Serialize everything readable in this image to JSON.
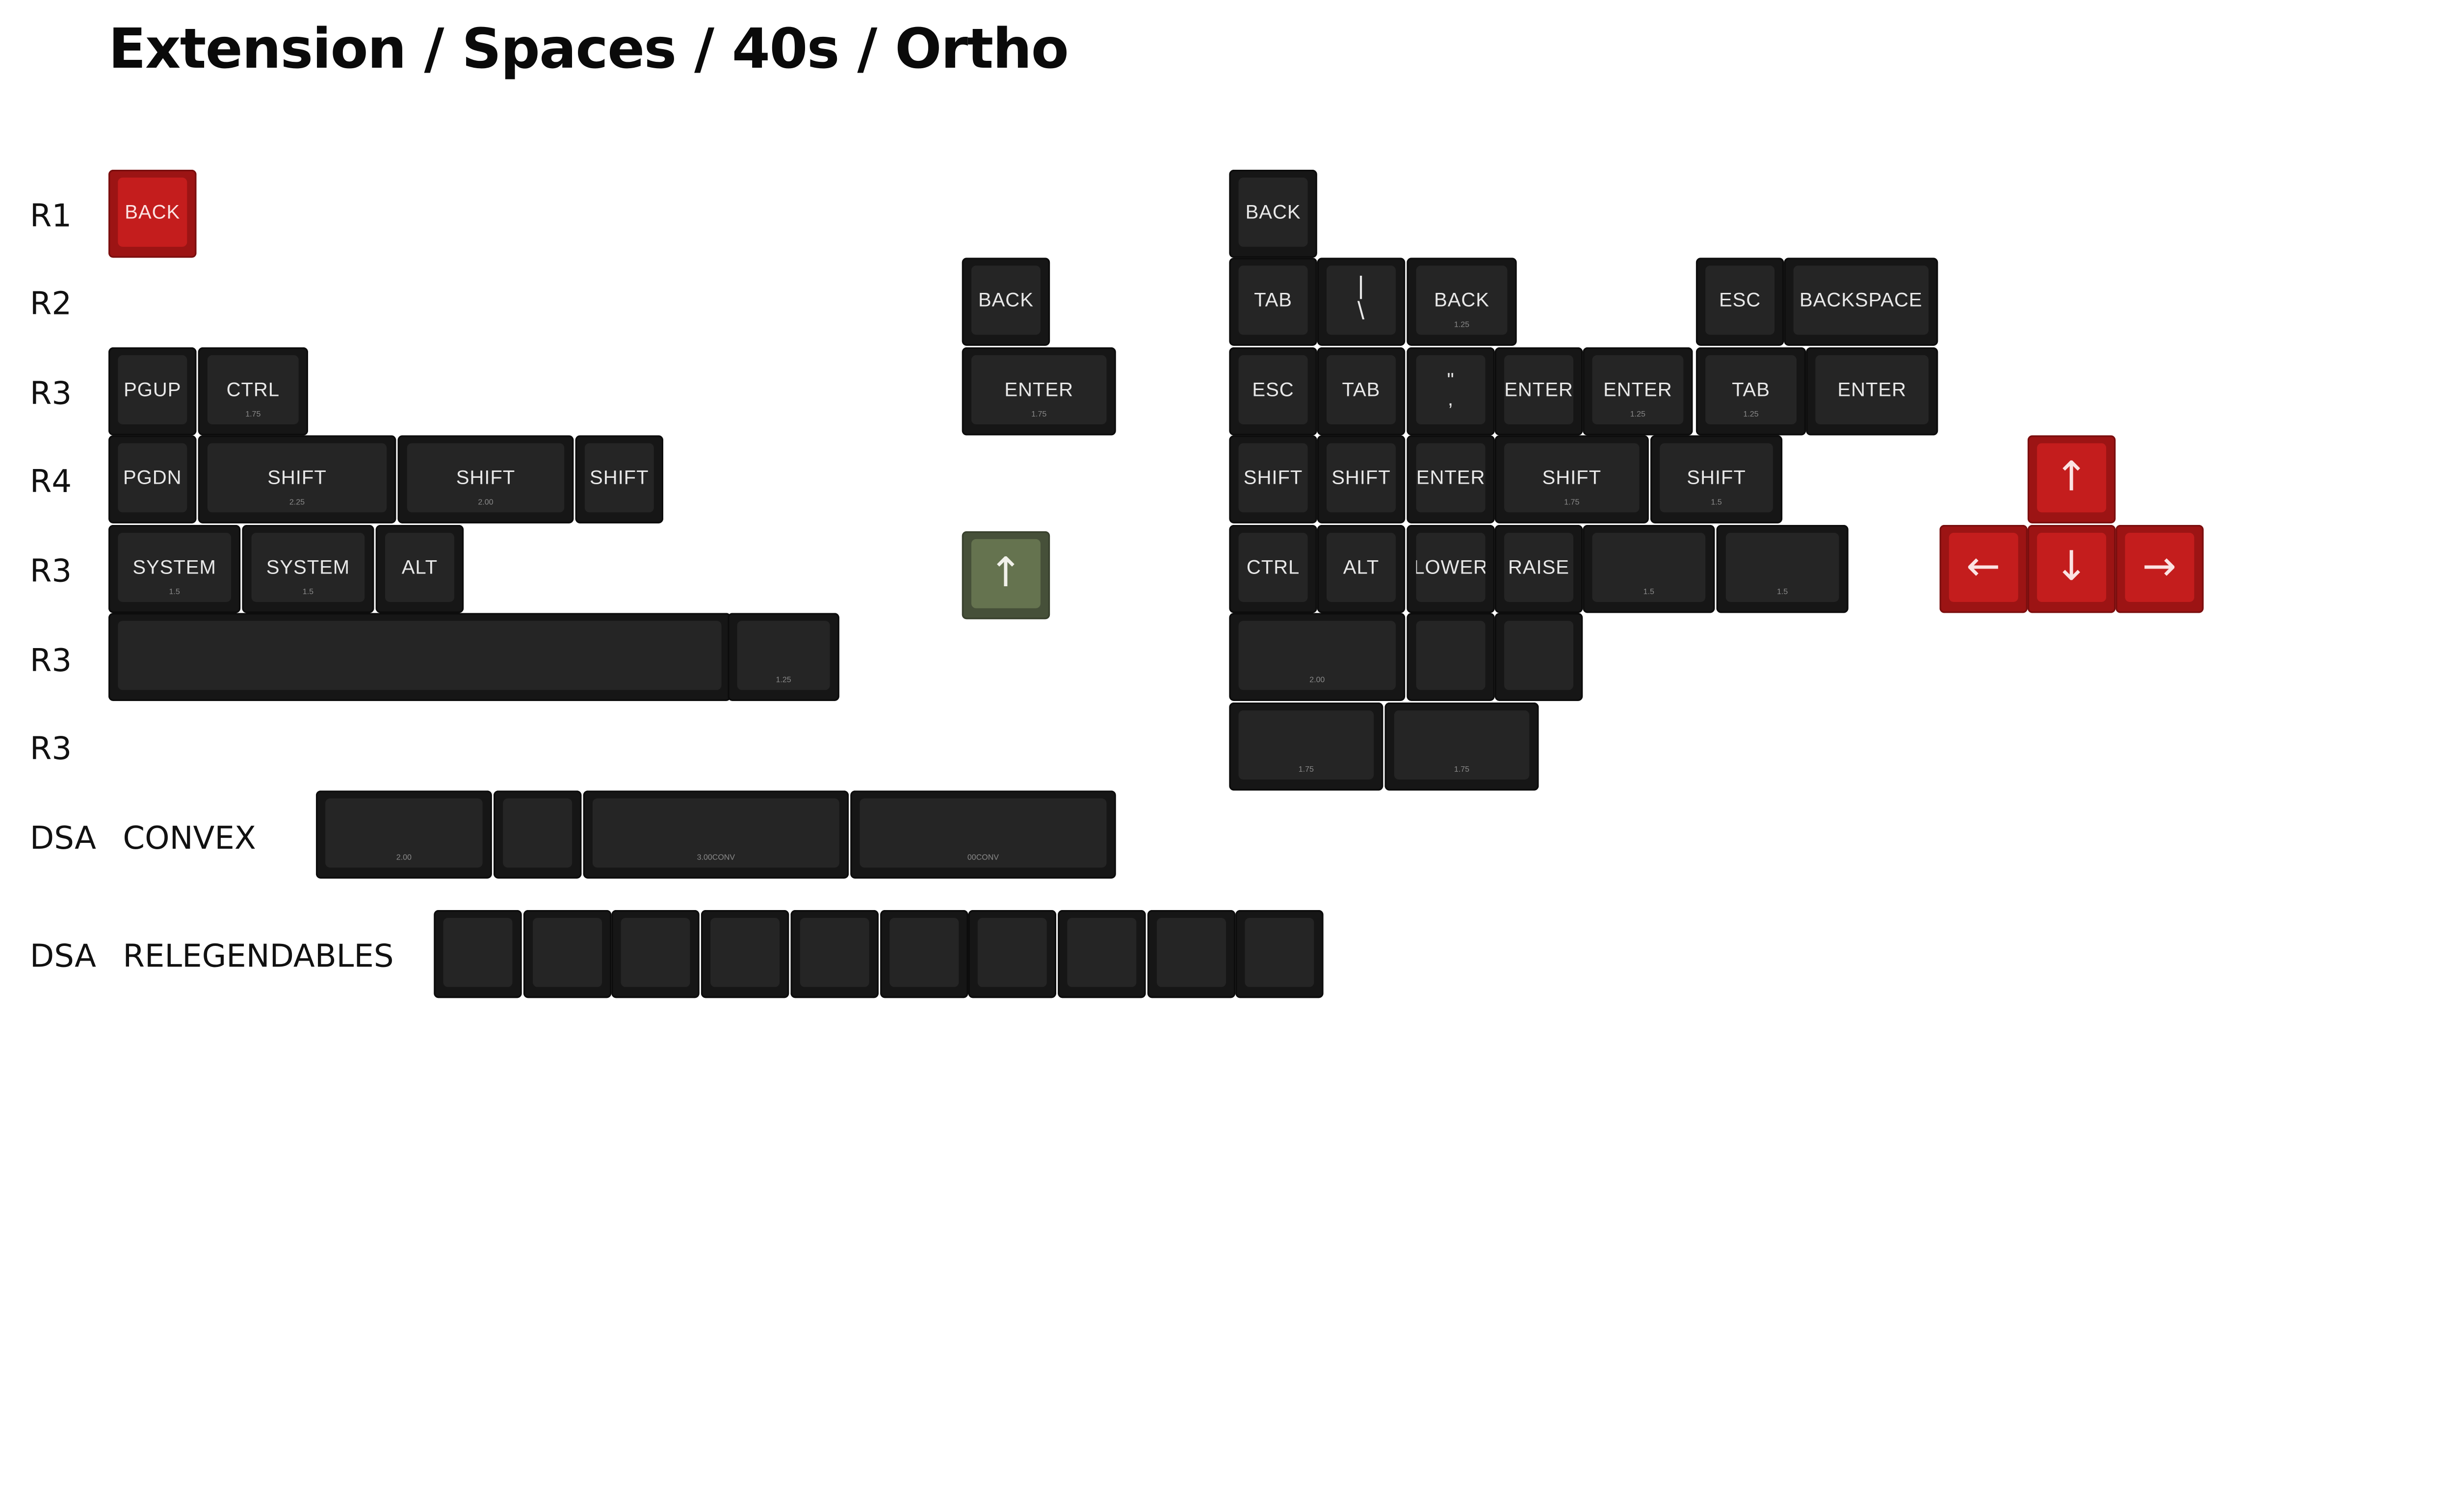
{
  "title": "Extension / Spaces / 40s / Ortho",
  "colors": {
    "key_dark": "#161616",
    "key_dark_top": "#252525",
    "key_red": "#9c1414",
    "key_red_top": "#c41d1d",
    "key_olive": "#465039",
    "key_olive_top": "#65734f",
    "legend": "#e8e8e8"
  },
  "row_labels": [
    {
      "profile": "R1",
      "name": ""
    },
    {
      "profile": "R2",
      "name": ""
    },
    {
      "profile": "R3",
      "name": ""
    },
    {
      "profile": "R4",
      "name": ""
    },
    {
      "profile": "R3",
      "name": ""
    },
    {
      "profile": "R3",
      "name": ""
    },
    {
      "profile": "R3",
      "name": ""
    },
    {
      "profile": "DSA",
      "name": "CONVEX"
    },
    {
      "profile": "DSA",
      "name": "RELEGENDABLES"
    }
  ],
  "keys": [
    {
      "id": "r1-back-red",
      "legend": "BACK",
      "size": "",
      "color": "red"
    },
    {
      "id": "r3-pgup",
      "legend": "PGUP",
      "size": "",
      "color": "dark"
    },
    {
      "id": "r3-ctrl",
      "legend": "CTRL",
      "size": "1.75",
      "color": "dark"
    },
    {
      "id": "r4-pgdn",
      "legend": "PGDN",
      "size": "",
      "color": "dark"
    },
    {
      "id": "r4-shift-225",
      "legend": "SHIFT",
      "size": "2.25",
      "color": "dark"
    },
    {
      "id": "r4-shift-200",
      "legend": "SHIFT",
      "size": "2.00",
      "color": "dark"
    },
    {
      "id": "r4-shift-1u",
      "legend": "SHIFT",
      "size": "",
      "color": "dark"
    },
    {
      "id": "r3-system-a",
      "legend": "SYSTEM",
      "size": "1.5",
      "color": "dark"
    },
    {
      "id": "r3-system-b",
      "legend": "SYSTEM",
      "size": "1.5",
      "color": "dark"
    },
    {
      "id": "r3-alt",
      "legend": "ALT",
      "size": "",
      "color": "dark"
    },
    {
      "id": "r3-space-long",
      "legend": "",
      "size": "",
      "color": "dark"
    },
    {
      "id": "r3-space-125",
      "legend": "",
      "size": "1.25",
      "color": "dark"
    },
    {
      "id": "r2-back-mid",
      "legend": "BACK",
      "size": "",
      "color": "dark"
    },
    {
      "id": "r3-enter-mid",
      "legend": "ENTER",
      "size": "1.75",
      "color": "dark"
    },
    {
      "id": "olive-up",
      "legend": "↑",
      "size": "",
      "color": "olive"
    },
    {
      "id": "r1-back-right",
      "legend": "BACK",
      "size": "",
      "color": "dark"
    },
    {
      "id": "r2-tab",
      "legend": "TAB",
      "size": "",
      "color": "dark"
    },
    {
      "id": "r2-pipe",
      "legend": "|",
      "legend2": "\\",
      "size": "",
      "color": "dark"
    },
    {
      "id": "r2-back-125",
      "legend": "BACK",
      "size": "1.25",
      "color": "dark"
    },
    {
      "id": "r2-esc",
      "legend": "ESC",
      "size": "",
      "color": "dark"
    },
    {
      "id": "r2-backspace",
      "legend": "BACKSPACE",
      "size": "",
      "color": "dark"
    },
    {
      "id": "r3-esc",
      "legend": "ESC",
      "size": "",
      "color": "dark"
    },
    {
      "id": "r3-tab",
      "legend": "TAB",
      "size": "",
      "color": "dark"
    },
    {
      "id": "r3-quote",
      "legend": "\"",
      "legend2": ",",
      "size": "",
      "color": "dark"
    },
    {
      "id": "r3-enter-1u",
      "legend": "ENTER",
      "size": "",
      "color": "dark"
    },
    {
      "id": "r3-enter-125",
      "legend": "ENTER",
      "size": "1.25",
      "color": "dark"
    },
    {
      "id": "r3-tab-125",
      "legend": "TAB",
      "size": "1.25",
      "color": "dark"
    },
    {
      "id": "r3-enter-right",
      "legend": "ENTER",
      "size": "",
      "color": "dark"
    },
    {
      "id": "r4-shift-r1",
      "legend": "SHIFT",
      "size": "",
      "color": "dark"
    },
    {
      "id": "r4-shift-r2",
      "legend": "SHIFT",
      "size": "",
      "color": "dark"
    },
    {
      "id": "r4-enter",
      "legend": "ENTER",
      "size": "",
      "color": "dark"
    },
    {
      "id": "r4-shift-175",
      "legend": "SHIFT",
      "size": "1.75",
      "color": "dark"
    },
    {
      "id": "r4-shift-15",
      "legend": "SHIFT",
      "size": "1.5",
      "color": "dark"
    },
    {
      "id": "r3-ctrl-r",
      "legend": "CTRL",
      "size": "",
      "color": "dark"
    },
    {
      "id": "r3-alt-r",
      "legend": "ALT",
      "size": "",
      "color": "dark"
    },
    {
      "id": "r3-lower",
      "legend": "LOWER",
      "size": "",
      "color": "dark"
    },
    {
      "id": "r3-raise",
      "legend": "RAISE",
      "size": "",
      "color": "dark"
    },
    {
      "id": "r3-blank-15a",
      "legend": "",
      "size": "1.5",
      "color": "dark"
    },
    {
      "id": "r3-blank-15b",
      "legend": "",
      "size": "1.5",
      "color": "dark"
    },
    {
      "id": "r3-space-200",
      "legend": "",
      "size": "2.00",
      "color": "dark"
    },
    {
      "id": "r3-blank-1a",
      "legend": "",
      "size": "",
      "color": "dark"
    },
    {
      "id": "r3-blank-1b",
      "legend": "",
      "size": "",
      "color": "dark"
    },
    {
      "id": "r3-space-175a",
      "legend": "",
      "size": "1.75",
      "color": "dark"
    },
    {
      "id": "r3-space-175b",
      "legend": "",
      "size": "1.75",
      "color": "dark"
    },
    {
      "id": "arrow-up",
      "legend": "↑",
      "size": "",
      "color": "red"
    },
    {
      "id": "arrow-left",
      "legend": "←",
      "size": "",
      "color": "red"
    },
    {
      "id": "arrow-down",
      "legend": "↓",
      "size": "",
      "color": "red"
    },
    {
      "id": "arrow-right",
      "legend": "→",
      "size": "",
      "color": "red"
    },
    {
      "id": "convex-200",
      "legend": "",
      "size": "2.00",
      "color": "dark"
    },
    {
      "id": "convex-1u",
      "legend": "",
      "size": "",
      "color": "dark"
    },
    {
      "id": "convex-300",
      "legend": "",
      "size": "3.00CONV",
      "color": "dark"
    },
    {
      "id": "convex-00",
      "legend": "",
      "size": "00CONV",
      "color": "dark"
    },
    {
      "id": "releg-1",
      "legend": "",
      "size": "",
      "color": "dark"
    },
    {
      "id": "releg-2",
      "legend": "",
      "size": "",
      "color": "dark"
    },
    {
      "id": "releg-3",
      "legend": "",
      "size": "",
      "color": "dark"
    },
    {
      "id": "releg-4",
      "legend": "",
      "size": "",
      "color": "dark"
    },
    {
      "id": "releg-5",
      "legend": "",
      "size": "",
      "color": "dark"
    },
    {
      "id": "releg-6",
      "legend": "",
      "size": "",
      "color": "dark"
    },
    {
      "id": "releg-7",
      "legend": "",
      "size": "",
      "color": "dark"
    },
    {
      "id": "releg-8",
      "legend": "",
      "size": "",
      "color": "dark"
    },
    {
      "id": "releg-9",
      "legend": "",
      "size": "",
      "color": "dark"
    },
    {
      "id": "releg-10",
      "legend": "",
      "size": "",
      "color": "dark"
    }
  ]
}
